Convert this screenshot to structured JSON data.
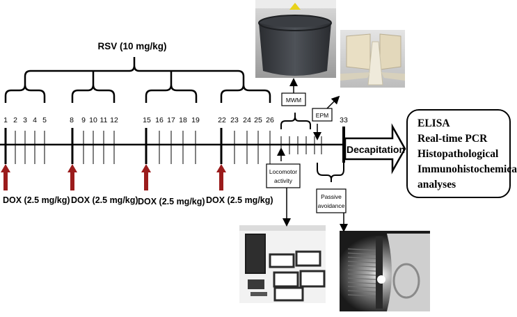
{
  "treatment": {
    "rsv_label": "RSV (10 mg/kg)",
    "dox_label": "DOX (2.5 mg/kg)"
  },
  "weeks": [
    {
      "days": [
        "1",
        "2",
        "3",
        "4",
        "5"
      ]
    },
    {
      "days": [
        "8",
        "9",
        "10",
        "11",
        "12"
      ]
    },
    {
      "days": [
        "15",
        "16",
        "17",
        "18",
        "19"
      ]
    },
    {
      "days": [
        "22",
        "23",
        "24",
        "25",
        "26"
      ]
    }
  ],
  "dox_doses": [
    "DOX (2.5 mg/kg)",
    "DOX (2.5 mg/kg)",
    "DOX (2.5 mg/kg)",
    "DOX (2.5 mg/kg)"
  ],
  "tests": {
    "mwm": "MWM",
    "epm": "EPM",
    "locomotor": [
      "Locomotor",
      "activity"
    ],
    "passive": [
      "Passive",
      "avoidance"
    ]
  },
  "final_day": "33",
  "decapitation": "Decapitation",
  "analyses": [
    "ELISA",
    "Real-time PCR",
    "Histopathological",
    "Immunohistochemical",
    "analyses"
  ],
  "colors": {
    "dose_arrow": "#9b1c1c",
    "line": "#000000"
  },
  "photos": {
    "mwm_photo": "water-maze-tank-photo",
    "epm_photo": "elevated-plus-maze-photo",
    "locomotor_photo": "activity-cage-photo",
    "passive_photo": "passive-avoidance-box-photo"
  }
}
